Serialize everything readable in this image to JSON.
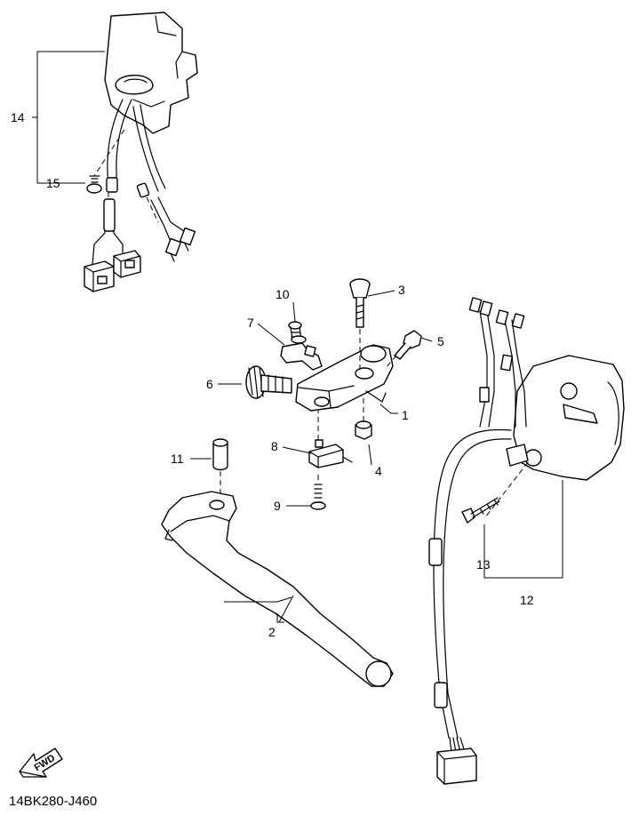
{
  "diagram": {
    "callouts": [
      "1",
      "2",
      "3",
      "4",
      "5",
      "6",
      "7",
      "8",
      "9",
      "10",
      "11",
      "12",
      "13",
      "14",
      "15"
    ],
    "direction_label": "FWD",
    "diagram_code": "14BK280-J460"
  }
}
